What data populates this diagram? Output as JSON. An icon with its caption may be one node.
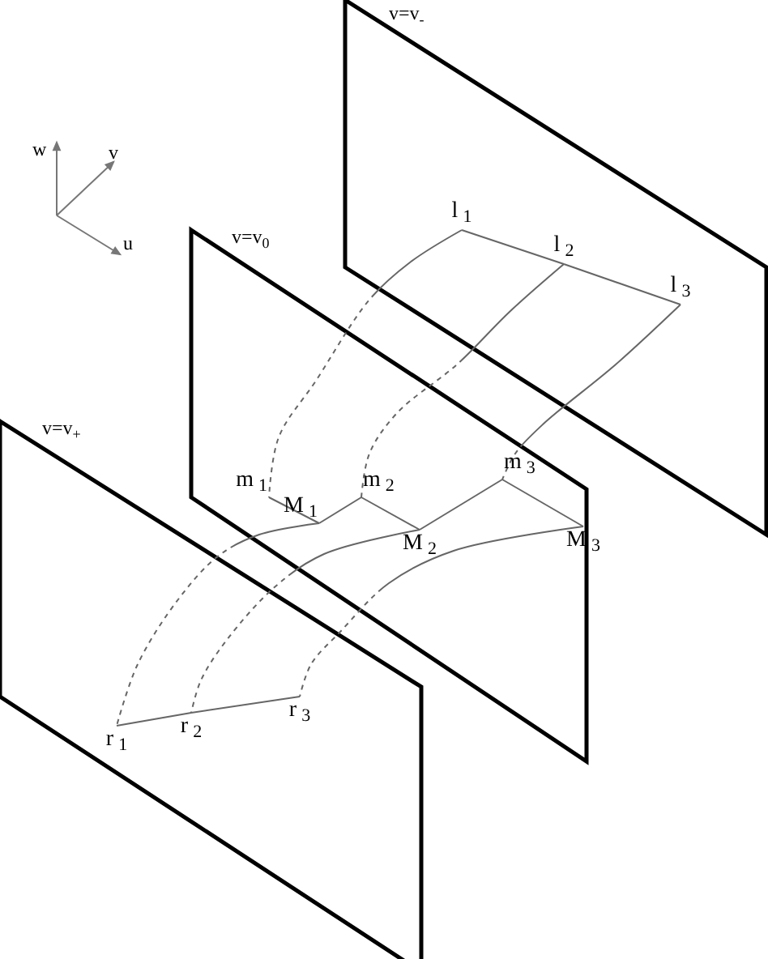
{
  "diagram": {
    "nodes": [
      {
        "text": [
          "l$_{1}$"
        ]
      },
      {
        "text": [
          "l$_{2}$"
        ]
      },
      {
        "text": [
          "l$_{3}$"
        ]
      },
      {
        "text": [
          "m$_{1}$"
        ]
      },
      {
        "text": [
          "M$_{1}$"
        ]
      },
      {
        "text": [
          "m$_{2}$"
        ]
      },
      {
        "text": [
          "M$_{2}$"
        ]
      },
      {
        "text": [
          "m$_{3}$"
        ]
      },
      {
        "text": [
          "M$_{3}$"
        ]
      },
      {
        "text": [
          "r$_{1}$"
        ]
      },
      {
        "text": [
          "r$_{2}$"
        ]
      },
      {
        "text": [
          "r$_{3}$"
        ]
      }
    ],
    "edges": [
      {
        "from": 0,
        "to": 1,
        "arrow": "none"
      },
      {
        "from": 1,
        "to": 2,
        "arrow": "none"
      },
      {
        "from": 3,
        "to": 4,
        "arrow": "none"
      },
      {
        "from": 4,
        "to": 5,
        "arrow": "none"
      },
      {
        "from": 5,
        "to": 6,
        "arrow": "none"
      },
      {
        "from": 6,
        "to": 7,
        "arrow": "none"
      },
      {
        "from": 7,
        "to": 8,
        "arrow": "none"
      },
      {
        "from": 9,
        "to": 10,
        "arrow": "none"
      },
      {
        "from": 10,
        "to": 11,
        "arrow": "none"
      },
      {
        "from": 0,
        "to": 3,
        "arrow": "none",
        "style": "dashed"
      },
      {
        "from": 1,
        "to": 5,
        "arrow": "none",
        "style": "dashed"
      },
      {
        "from": 2,
        "to": 7,
        "arrow": "none",
        "style": "dashed"
      },
      {
        "from": 4,
        "to": 9,
        "arrow": "none",
        "style": "dashed"
      },
      {
        "from": 6,
        "to": 10,
        "arrow": "none",
        "style": "dashed"
      },
      {
        "from": 8,
        "to": 11,
        "arrow": "none",
        "style": "dashed"
      }
    ],
    "labels": [
      "v=v$_{-}$",
      "w",
      "v",
      "u",
      "v=v$_{0}$",
      "v=v$_{+}$"
    ]
  }
}
